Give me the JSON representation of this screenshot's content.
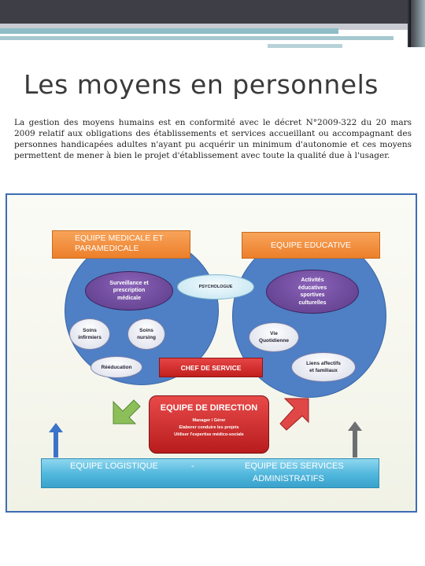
{
  "slide": {
    "title": "Les moyens en personnels",
    "body": "La gestion des moyens humains est en conformité avec le décret N°2009-322 du 20 mars 2009 relatif aux obligations des établissements et services accueillant ou accompagnant des personnes handicapées adultes n'ayant pu acquérir un minimum d'autonomie et ces moyens permettent de mener à bien le projet d'établissement avec toute la qualité due à l'usager."
  },
  "diagram": {
    "medical": {
      "title_line1": "EQUIPE MEDICALE ET",
      "title_line2": "PARAMEDICALE",
      "surveillance": [
        "Surveillance et",
        "prescription",
        "médicale"
      ],
      "soins_infirmiers": [
        "Soins",
        "infirmiers"
      ],
      "soins_nursing": [
        "Soins",
        "nursing"
      ],
      "reeducation": "Rééducation"
    },
    "educative": {
      "title": "EQUIPE EDUCATIVE",
      "activites": [
        "Activités",
        "éducatives",
        "sportives",
        "culturelles"
      ],
      "vie": [
        "Vie",
        "Quotidienne"
      ],
      "liens": [
        "Liens affectifs",
        "et familiaux"
      ]
    },
    "psychologue": "PSYCHOLOGUE",
    "chef": "CHEF DE SERVICE",
    "direction": {
      "title": "EQUIPE DE DIRECTION",
      "line1": "Manager / Gérer",
      "line2": "Elaborer conduire les projets",
      "line3": "Utiliser l'expertise médico-sociale"
    },
    "band": {
      "logistique": "EQUIPE LOGISTIQUE",
      "separator": "-",
      "services_line1": "EQUIPE DES SERVICES",
      "services_line2": "ADMINISTRATIFS"
    },
    "colors": {
      "frame": "#3d6db4",
      "circles": "#4f7fc4",
      "orange": "#ec7f2b",
      "purple": "#5c3a88",
      "red": "#c21f1f",
      "band": "#4fb6dc"
    }
  }
}
